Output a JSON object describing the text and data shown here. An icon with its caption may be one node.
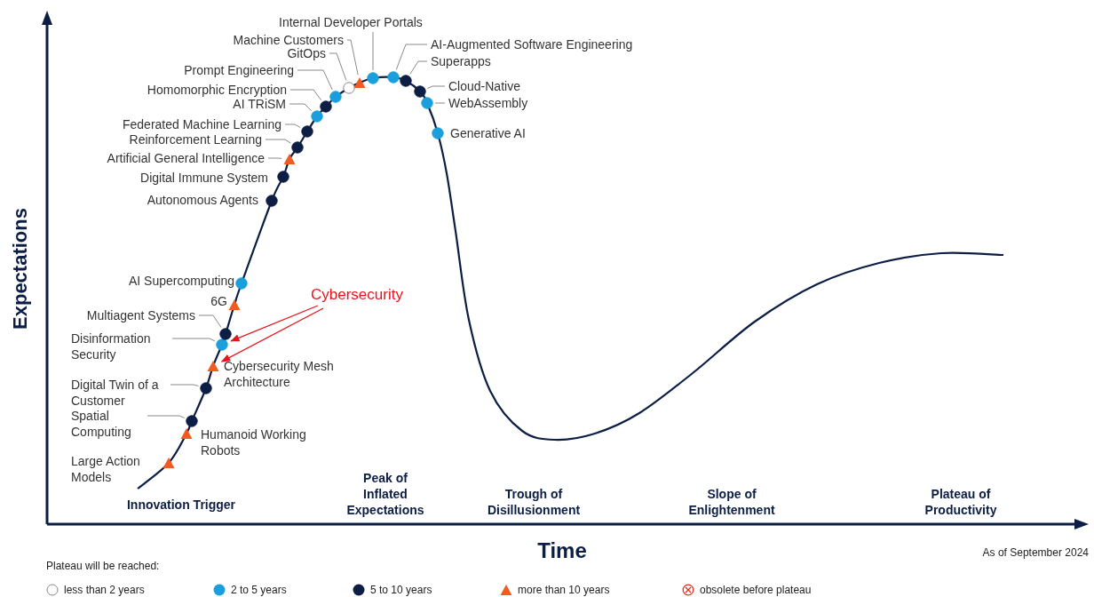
{
  "diagram": {
    "nodes": [
      {
        "text": [
          "Internal Developer Portals"
        ]
      },
      {
        "text": [
          "Machine Customers"
        ]
      },
      {
        "text": [
          "GitOps"
        ]
      },
      {
        "text": [
          "AI-Augmented Software Engineering"
        ]
      },
      {
        "text": [
          "Superapps"
        ]
      },
      {
        "text": [
          "Prompt Engineering"
        ]
      },
      {
        "text": [
          "Cloud-Native"
        ]
      },
      {
        "text": [
          "Homomorphic Encryption"
        ]
      },
      {
        "text": [
          "WebAssembly"
        ]
      },
      {
        "text": [
          "AI TRiSM"
        ]
      },
      {
        "text": [
          "Federated Machine Learning"
        ]
      },
      {
        "text": [
          "Generative AI"
        ]
      },
      {
        "text": [
          "Reinforcement Learning"
        ]
      },
      {
        "text": [
          "Artificial General Intelligence"
        ]
      },
      {
        "text": [
          "Digital Immune System"
        ]
      },
      {
        "text": [
          "Autonomous Agents"
        ]
      },
      {
        "text": [
          "AI Supercomputing"
        ]
      },
      {
        "text": [
          "Cybersecurity"
        ]
      },
      {
        "text": [
          "6G"
        ]
      },
      {
        "text": [
          "Multiagent Systems"
        ]
      },
      {
        "text": [
          "Disinformation Security"
        ]
      },
      {
        "text": [
          "Cybersecurity Mesh Architecture"
        ]
      },
      {
        "text": [
          "Digital Twin of a Customer"
        ]
      },
      {
        "text": [
          "Spatial Computing"
        ]
      },
      {
        "text": [
          "Humanoid Working Robots"
        ]
      },
      {
        "text": [
          "Large Action Models"
        ]
      },
      {
        "text": [],
        "shape": "triangle"
      },
      {
        "text": [],
        "shape": "triangle"
      },
      {
        "text": [],
        "shape": "circle"
      },
      {
        "text": [],
        "shape": "circle"
      },
      {
        "text": [],
        "shape": "triangle"
      },
      {
        "text": [],
        "shape": "circle"
      },
      {
        "text": [],
        "shape": "circle"
      },
      {
        "text": [],
        "shape": "triangle"
      },
      {
        "text": [],
        "shape": "circle"
      },
      {
        "text": [],
        "shape": "circle"
      },
      {
        "text": [],
        "shape": "circle"
      },
      {
        "text": [],
        "shape": "triangle"
      },
      {
        "text": [],
        "shape": "circle"
      },
      {
        "text": [],
        "shape": "circle"
      },
      {
        "text": [],
        "shape": "circle"
      },
      {
        "text": [],
        "shape": "circle"
      },
      {
        "text": [],
        "shape": "circle"
      },
      {
        "text": [],
        "shape": "circle"
      },
      {
        "text": [],
        "shape": "triangle"
      },
      {
        "text": [],
        "shape": "circle"
      },
      {
        "text": [],
        "shape": "circle"
      },
      {
        "text": [],
        "shape": "circle"
      },
      {
        "text": [],
        "shape": "circle"
      },
      {
        "text": [],
        "shape": "circle"
      },
      {
        "text": [],
        "shape": "circle"
      }
    ],
    "edges": [
      {
        "from": 0,
        "to": 45,
        "arrow": "none"
      },
      {
        "from": 1,
        "to": 44,
        "arrow": "none"
      },
      {
        "from": 2,
        "to": 43,
        "arrow": "none"
      },
      {
        "from": 3,
        "to": 46,
        "arrow": "none"
      },
      {
        "from": 4,
        "to": 47,
        "arrow": "none"
      },
      {
        "from": 5,
        "to": 42,
        "arrow": "none"
      },
      {
        "from": 6,
        "to": 48,
        "arrow": "none"
      },
      {
        "from": 7,
        "to": 41,
        "arrow": "none"
      },
      {
        "from": 8,
        "to": 49,
        "arrow": "none"
      },
      {
        "from": 9,
        "to": 40,
        "arrow": "none"
      },
      {
        "from": 10,
        "to": 39,
        "arrow": "none"
      },
      {
        "from": 12,
        "to": 38,
        "arrow": "none"
      },
      {
        "from": 13,
        "to": 37,
        "arrow": "none"
      },
      {
        "from": 19,
        "to": 32,
        "arrow": "none"
      },
      {
        "from": 20,
        "to": 31,
        "arrow": "none"
      },
      {
        "from": 22,
        "to": 29,
        "arrow": "none"
      },
      {
        "from": 23,
        "to": 28,
        "arrow": "none"
      },
      {
        "from": 17,
        "to": 31,
        "arrow": "to",
        "color": "#e8141b"
      },
      {
        "from": 17,
        "to": 30,
        "arrow": "to",
        "color": "#e8141b"
      }
    ],
    "labels": [
      "Expectations",
      "Innovation Trigger",
      "Peak of Inflated Expectations",
      "Trough of Disillusionment",
      "Slope of Enlightenment",
      "Plateau of Productivity",
      "Time",
      "As of September 2024",
      "Plateau will be reached:"
    ],
    "legend": [
      {
        "text": "less than 2 years"
      },
      {
        "text": "2 to 5 years"
      },
      {
        "text": "5 to 10 years"
      },
      {
        "text": "more than 10 years"
      },
      {
        "text": "obsolete before plateau"
      }
    ]
  }
}
